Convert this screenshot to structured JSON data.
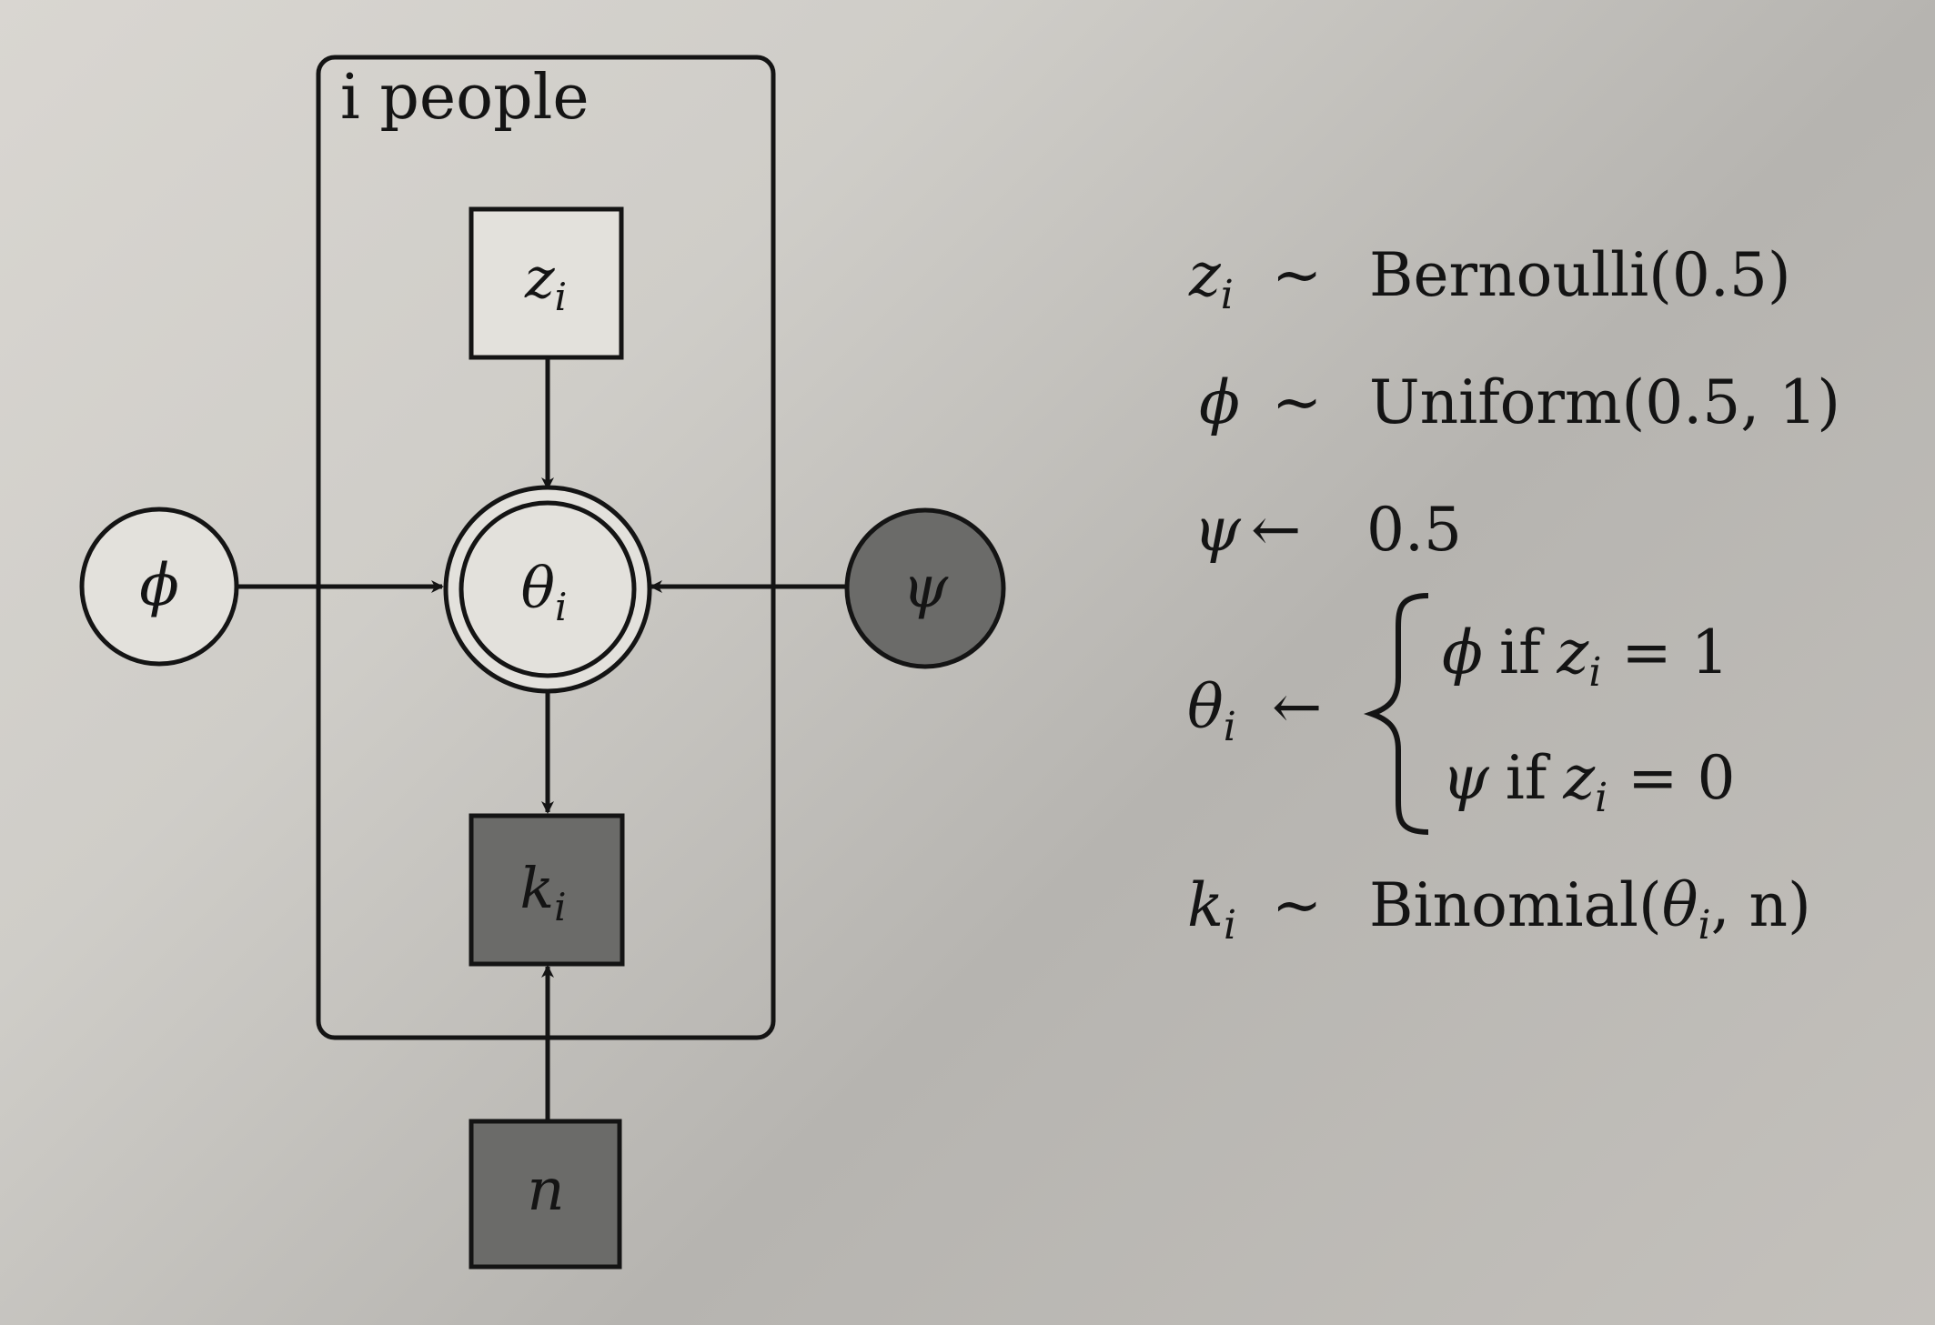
{
  "plate": {
    "label": "i people"
  },
  "nodes": {
    "z": {
      "base": "z",
      "sub": "i",
      "kind": "discrete-unobserved"
    },
    "theta": {
      "base": "θ",
      "sub": "i",
      "kind": "deterministic"
    },
    "k": {
      "base": "k",
      "sub": "i",
      "kind": "discrete-observed"
    },
    "n": {
      "base": "n",
      "sub": "",
      "kind": "discrete-observed"
    },
    "phi": {
      "base": "ϕ",
      "sub": "",
      "kind": "continuous-unobserved"
    },
    "psi": {
      "base": "ψ",
      "sub": "",
      "kind": "continuous-observed"
    }
  },
  "edges": [
    {
      "from": "z",
      "to": "theta"
    },
    {
      "from": "phi",
      "to": "theta"
    },
    {
      "from": "psi",
      "to": "theta"
    },
    {
      "from": "theta",
      "to": "k"
    },
    {
      "from": "n",
      "to": "k"
    }
  ],
  "equations": {
    "z": {
      "lhs": "z",
      "sub": "i",
      "op": "~",
      "rhs": "Bernoulli(0.5)"
    },
    "phi": {
      "lhs": "ϕ",
      "op": "~",
      "rhs": "Uniform(0.5, 1)"
    },
    "psi": {
      "lhs": "ψ",
      "op": "←",
      "rhs": "0.5"
    },
    "theta": {
      "lhs": "θ",
      "sub": "i",
      "op": "←",
      "cases": [
        {
          "value": "ϕ",
          "cond_word": "if",
          "cond_var": "z",
          "cond_sub": "i",
          "cond_rhs": "= 1"
        },
        {
          "value": "ψ",
          "cond_word": "if",
          "cond_var": "z",
          "cond_sub": "i",
          "cond_rhs": "= 0"
        }
      ]
    },
    "k": {
      "lhs": "k",
      "sub": "i",
      "op": "~",
      "rhs_name": "Binomial(",
      "rhs_arg1": "θ",
      "rhs_arg1_sub": "i",
      "rhs_rest": ", n)"
    }
  },
  "colors": {
    "observed_fill": "#6b6b69",
    "unobserved_fill": "#e3e1dc",
    "stroke": "#141414"
  }
}
